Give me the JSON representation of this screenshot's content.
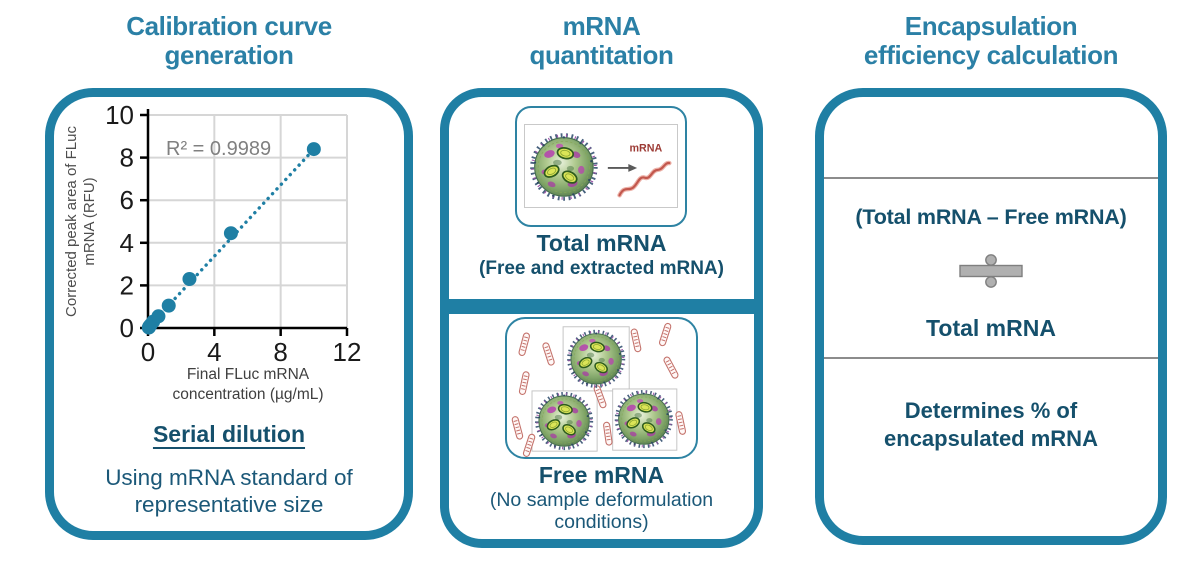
{
  "colors": {
    "accent": "#1F7FA4",
    "accent_thin_border": "#2E83A3",
    "title_text": "#2B80A6",
    "dark_text": "#15506C",
    "secondary_text": "#1B5878",
    "divider_gray": "#8C8C8C",
    "annotation_gray": "#808080",
    "mrna_strand_red": "#C2574D",
    "mrna_label_red": "#9C3A34"
  },
  "icons": {
    "divide": "÷",
    "arrow_right": "→",
    "lnp": "lipid-nanoparticle",
    "mrna_strand": "free-mrna-strand"
  },
  "panels": {
    "calibration": {
      "title": "Calibration curve\ngeneration",
      "serial_dilution": "Serial dilution",
      "description": "Using mRNA standard of\nrepresentative size"
    },
    "quantitation": {
      "title": "mRNA\nquantitation",
      "total": {
        "heading": "Total mRNA",
        "subheading": "(Free and extracted mRNA)",
        "mrna_label": "mRNA"
      },
      "free": {
        "heading": "Free mRNA",
        "subheading": "(No sample deformulation\nconditions)"
      }
    },
    "encapsulation": {
      "title": "Encapsulation\nefficiency calculation",
      "numerator": "(Total mRNA – Free mRNA)",
      "denominator": "Total mRNA",
      "result": "Determines % of\nencapsulated mRNA"
    }
  },
  "chart_data": {
    "type": "scatter",
    "title": "",
    "x": [
      0.05,
      0.08,
      0.16,
      0.31,
      0.63,
      1.25,
      2.5,
      5,
      10
    ],
    "y": [
      0.02,
      0.07,
      0.15,
      0.3,
      0.55,
      1.05,
      2.3,
      4.45,
      8.4
    ],
    "trendline": {
      "style": "dotted",
      "slope": 0.837,
      "intercept": 0.02,
      "x_start": 0.3,
      "x_end": 10.15
    },
    "annotation": "R² = 0.9989",
    "xlabel": "Final FLuc mRNA\nconcentration (µg/mL)",
    "ylabel": "Corrected peak area of FLuc\nmRNA (RFU)",
    "xlim": [
      0,
      12
    ],
    "ylim": [
      0,
      10
    ],
    "xticks": [
      0,
      4,
      8,
      12
    ],
    "yticks": [
      0,
      2,
      4,
      6,
      8,
      10
    ],
    "grid": true,
    "legend": false,
    "point_color": "#1F7FA4"
  }
}
